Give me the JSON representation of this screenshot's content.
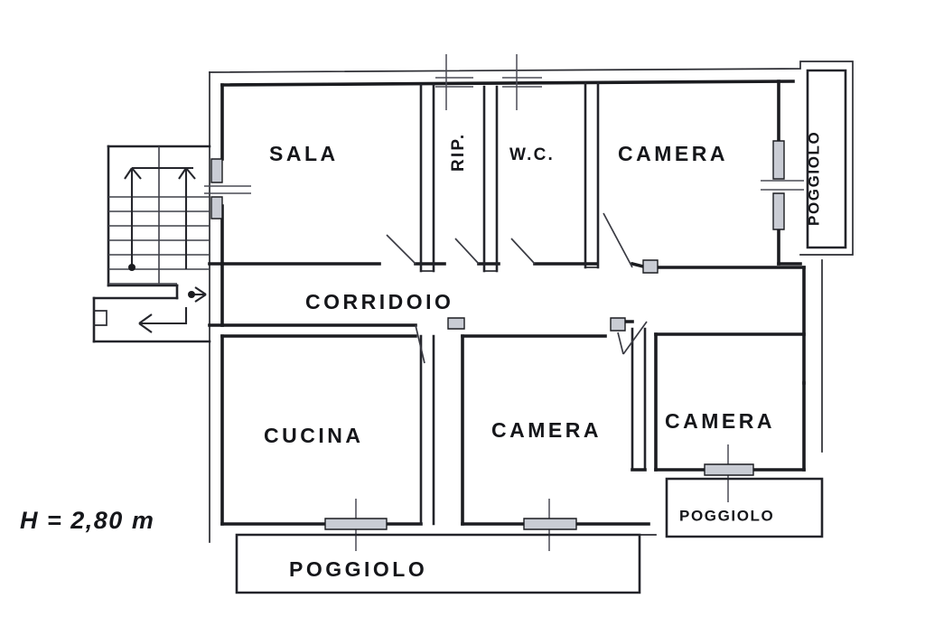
{
  "document": {
    "type": "floor-plan",
    "language": "it",
    "background_color": "#ffffff",
    "ink_color": "#1b1c20"
  },
  "rooms": [
    {
      "id": "sala",
      "label": "SALA",
      "orientation": "horizontal"
    },
    {
      "id": "ripostiglio",
      "label": "RIP.",
      "orientation": "vertical"
    },
    {
      "id": "wc",
      "label": "W.C.",
      "orientation": "horizontal"
    },
    {
      "id": "camera-nord",
      "label": "CAMERA",
      "orientation": "horizontal"
    },
    {
      "id": "corridoio",
      "label": "CORRIDOIO",
      "orientation": "horizontal"
    },
    {
      "id": "cucina",
      "label": "CUCINA",
      "orientation": "horizontal"
    },
    {
      "id": "camera-centro",
      "label": "CAMERA",
      "orientation": "horizontal"
    },
    {
      "id": "camera-est",
      "label": "CAMERA",
      "orientation": "horizontal"
    }
  ],
  "balconies": [
    {
      "id": "poggiolo-est",
      "label": "POGGIOLO",
      "orientation": "vertical"
    },
    {
      "id": "poggiolo-sud-est",
      "label": "POGGIOLO",
      "orientation": "horizontal"
    },
    {
      "id": "poggiolo-sud",
      "label": "POGGIOLO",
      "orientation": "horizontal"
    }
  ],
  "annotations": {
    "ceiling_height_note": "H = 2,80 m"
  }
}
